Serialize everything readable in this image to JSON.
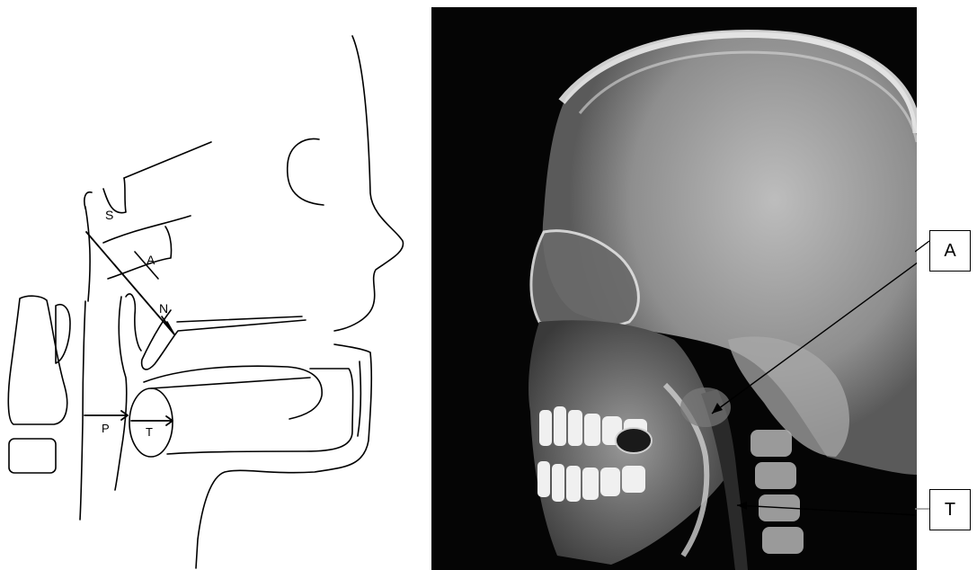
{
  "sketch": {
    "labels": {
      "s": "S",
      "a": "A",
      "n": "N",
      "p": "P",
      "t": "T"
    }
  },
  "xray": {
    "callouts": {
      "a": "A",
      "t": "T"
    }
  },
  "colors": {
    "line": "#000000",
    "xray_bg": "#000000",
    "bone": "#e6e6e6"
  }
}
